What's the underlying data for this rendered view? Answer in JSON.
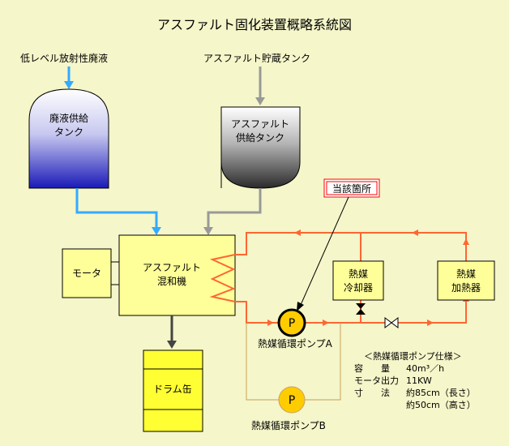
{
  "title": "アスファルト固化装置概略系統図",
  "inputs": {
    "waste": "低レベル放射性廃液",
    "asphalt": "アスファルト貯蔵タンク"
  },
  "tanks": {
    "waste_line1": "廃液供給",
    "waste_line2": "タンク",
    "asphalt_line1": "アスファルト",
    "asphalt_line2": "供給タンク"
  },
  "mixer": {
    "line1": "アスファルト",
    "line2": "混和機"
  },
  "motor": "モータ",
  "drum": "ドラム缶",
  "cooler": {
    "line1": "熱媒",
    "line2": "冷却器"
  },
  "heater": {
    "line1": "熱媒",
    "line2": "加熱器"
  },
  "callout": "当該箇所",
  "pump_a": {
    "symbol": "P",
    "label": "熱媒循環ポンプA"
  },
  "pump_b": {
    "symbol": "P",
    "label": "熱媒循環ポンプB"
  },
  "spec": {
    "title": "＜熱媒循環ポンプ仕様＞",
    "rows": [
      {
        "key": "容　　量",
        "value": "40m³／h"
      },
      {
        "key": "モータ出力",
        "value": "11KW"
      },
      {
        "key": "寸　　法",
        "value": "約85cm（長さ）"
      },
      {
        "key": "",
        "value": "約50cm（高さ）"
      }
    ]
  },
  "colors": {
    "background": "#f5f6c9",
    "box_fill": "#ffff99",
    "hot_medium_line": "#ff6633",
    "waste_line": "#33aaff",
    "asphalt_line": "#999999",
    "pump_fill": "#ffcc00",
    "callout_border": "#ff0000"
  }
}
